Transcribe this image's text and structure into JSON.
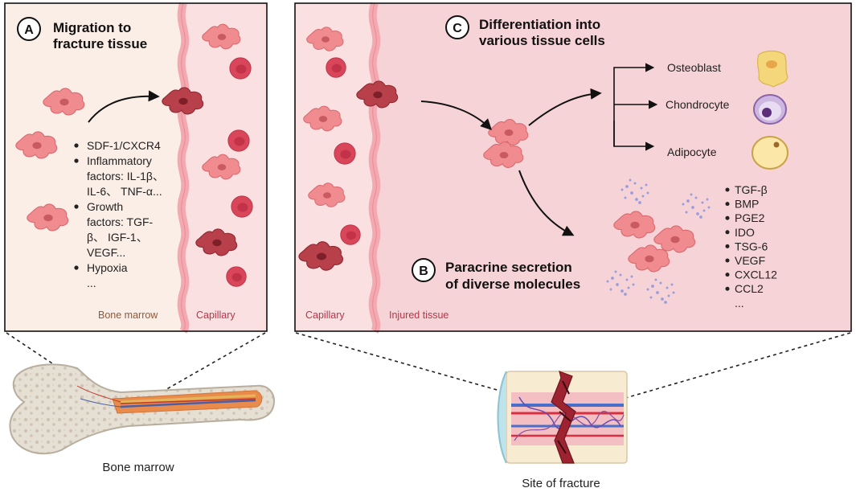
{
  "panel_a": {
    "badge": "A",
    "title_lines": [
      "Migration to",
      "fracture tissue"
    ],
    "factors": [
      {
        "lines": [
          "SDF-1/CXCR4"
        ]
      },
      {
        "lines": [
          "Inflammatory",
          "factors: IL-1β、",
          "IL-6、 TNF-α..."
        ]
      },
      {
        "lines": [
          "Growth",
          "factors: TGF-",
          "β、 IGF-1、",
          "VEGF..."
        ]
      },
      {
        "lines": [
          "Hypoxia"
        ]
      }
    ],
    "ellipsis": "...",
    "region_left": "Bone marrow",
    "region_right": "Capillary"
  },
  "panel_c": {
    "badge": "C",
    "title_lines": [
      "Differentiation into",
      "various tissue cells"
    ],
    "cell_types": [
      "Osteoblast",
      "Chondrocyte",
      "Adipocyte"
    ]
  },
  "panel_b": {
    "badge": "B",
    "title_lines": [
      "Paracrine secretion",
      "of diverse molecules"
    ],
    "molecules": [
      "TGF-β",
      "BMP",
      "PGE2",
      "IDO",
      "TSG-6",
      "VEGF",
      "CXCL12",
      "CCL2",
      "..."
    ],
    "region_left": "Capillary",
    "region_right": "Injured tissue"
  },
  "captions": {
    "bone": "Bone marrow",
    "fracture": "Site of fracture"
  },
  "colors": {
    "bone_marrow_bg": "#fbeee6",
    "capillary_bg": "#fbe0e2",
    "injured_bg": "#f6d3d6",
    "msc_cell": "#f08b8f",
    "msc_active": "#b8404a",
    "rbc": "#d9465a",
    "vessel_wall": "#f4a9b0",
    "secreted_dot": "#9a9ee0",
    "region_text_brown": "#8b5a3c",
    "region_text_red": "#b2384a"
  }
}
